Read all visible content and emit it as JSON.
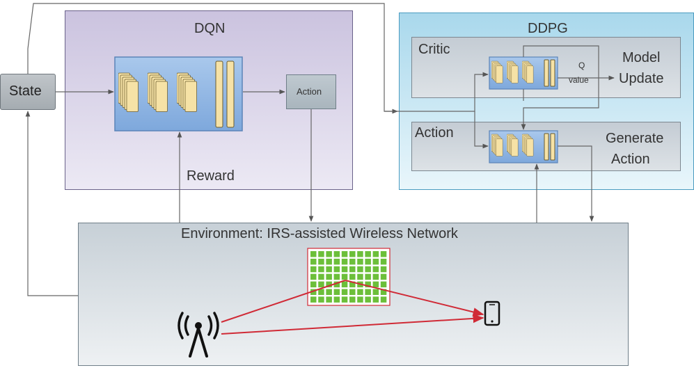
{
  "dqn": {
    "title": "DQN",
    "reward_label": "Reward"
  },
  "ddpg": {
    "title": "DDPG",
    "critic_label": "Critic",
    "action_label": "Action",
    "q_label_1": "Q",
    "q_label_2": "value",
    "model_update_1": "Model",
    "model_update_2": "Update",
    "generate_action_1": "Generate",
    "generate_action_2": "Action"
  },
  "state": {
    "label": "State"
  },
  "action_block": {
    "label": "Action"
  },
  "environment": {
    "title": "Environment: IRS-assisted Wireless Network"
  },
  "icons": [
    "neural-network-icon",
    "antenna-icon",
    "smartphone-icon",
    "irs-panel-icon"
  ],
  "colors": {
    "dqn_panel": "#cbc3df",
    "ddpg_panel": "#a9d8ec",
    "signal_path": "#d02a36",
    "irs_element": "#6cbf3a",
    "nn_block": "#f6e2a6"
  }
}
